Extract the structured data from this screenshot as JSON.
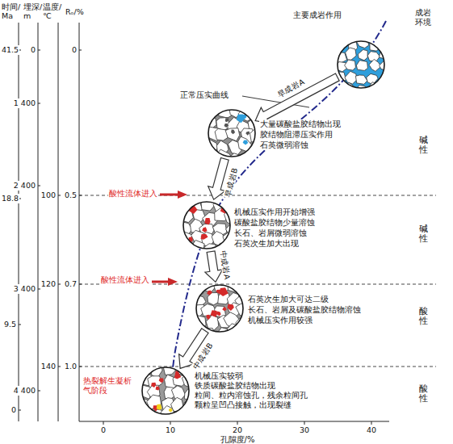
{
  "diagram": {
    "nodes": [
      {
        "text": [
          "主要成岩作用"
        ]
      },
      {
        "text": [
          "大量碳酸盐胶结物出现",
          "胶结物阻滞压实作用",
          "石英微弱溶蚀"
        ]
      },
      {
        "text": [
          "机械压实作用开始增强",
          "碳酸盐胶结物少量溶蚀",
          "长石、岩屑微弱溶蚀",
          "石英次生加大出现"
        ]
      },
      {
        "text": [
          "石英次生加大可达二级",
          "长石、岩屑及碳酸盐胶结物溶蚀",
          "机械压实作用较强"
        ]
      },
      {
        "text": [
          "机械压实较弱",
          "铁质碳酸盐胶结物出现",
          "粒间、粒内溶蚀孔，残余粒间孔",
          "颗粒呈凹凸接触，出现裂缝"
        ]
      }
    ],
    "edges": [
      {
        "from": 0,
        "to": 1,
        "label": "早成岩A",
        "arrow": "to"
      },
      {
        "from": 1,
        "to": 2,
        "label": "早成岩B",
        "arrow": "to"
      },
      {
        "from": 2,
        "to": 3,
        "label": "中成岩A",
        "arrow": "to"
      },
      {
        "from": 3,
        "to": 4,
        "label": "中成岩B",
        "arrow": "to"
      }
    ],
    "labels": [
      "时间/ Ma",
      "埋深/ m",
      "温度/ ℃",
      "Rₒ/%",
      "41.5",
      "18.8",
      "9.5",
      "0",
      "0",
      "1 400",
      "2 400",
      "3 400",
      "4 400",
      "100",
      "120",
      "140",
      "0",
      "0.5",
      "0.7",
      "1.0",
      "0",
      "10",
      "20",
      "30",
      "40",
      "孔隙度/%",
      "正常压实曲线",
      "成岩环境",
      "碱性",
      "碱性",
      "酸性",
      "酸性",
      "酸性流体进入",
      "酸性流体进入",
      "热裂解生凝析气阶段"
    ]
  }
}
